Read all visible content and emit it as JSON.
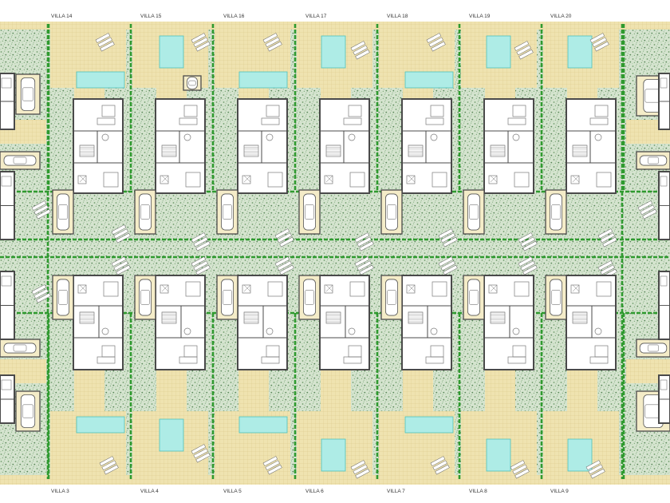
{
  "top_labels": [
    "VILLA 14",
    "VILLA 15",
    "VILLA 16",
    "VILLA 17",
    "VILLA 18",
    "VILLA 19",
    "VILLA 20"
  ],
  "bottom_labels": [
    "VILLA 3",
    "VILLA 4",
    "VILLA 5",
    "VILLA 6",
    "VILLA 7",
    "VILLA 8",
    "VILLA 9"
  ],
  "colors": {
    "paving": "#efe3b0",
    "paving_line": "#d4c07a",
    "garden": "#c9dcc3",
    "garden_dot": "#5f8f5f",
    "hedge": "#2f9a2f",
    "pool": "#aeece6",
    "pool_edge": "#4fc1b8",
    "wall": "#4a4a4a",
    "floor": "#ffffff",
    "furniture": "#7a7a7a"
  }
}
